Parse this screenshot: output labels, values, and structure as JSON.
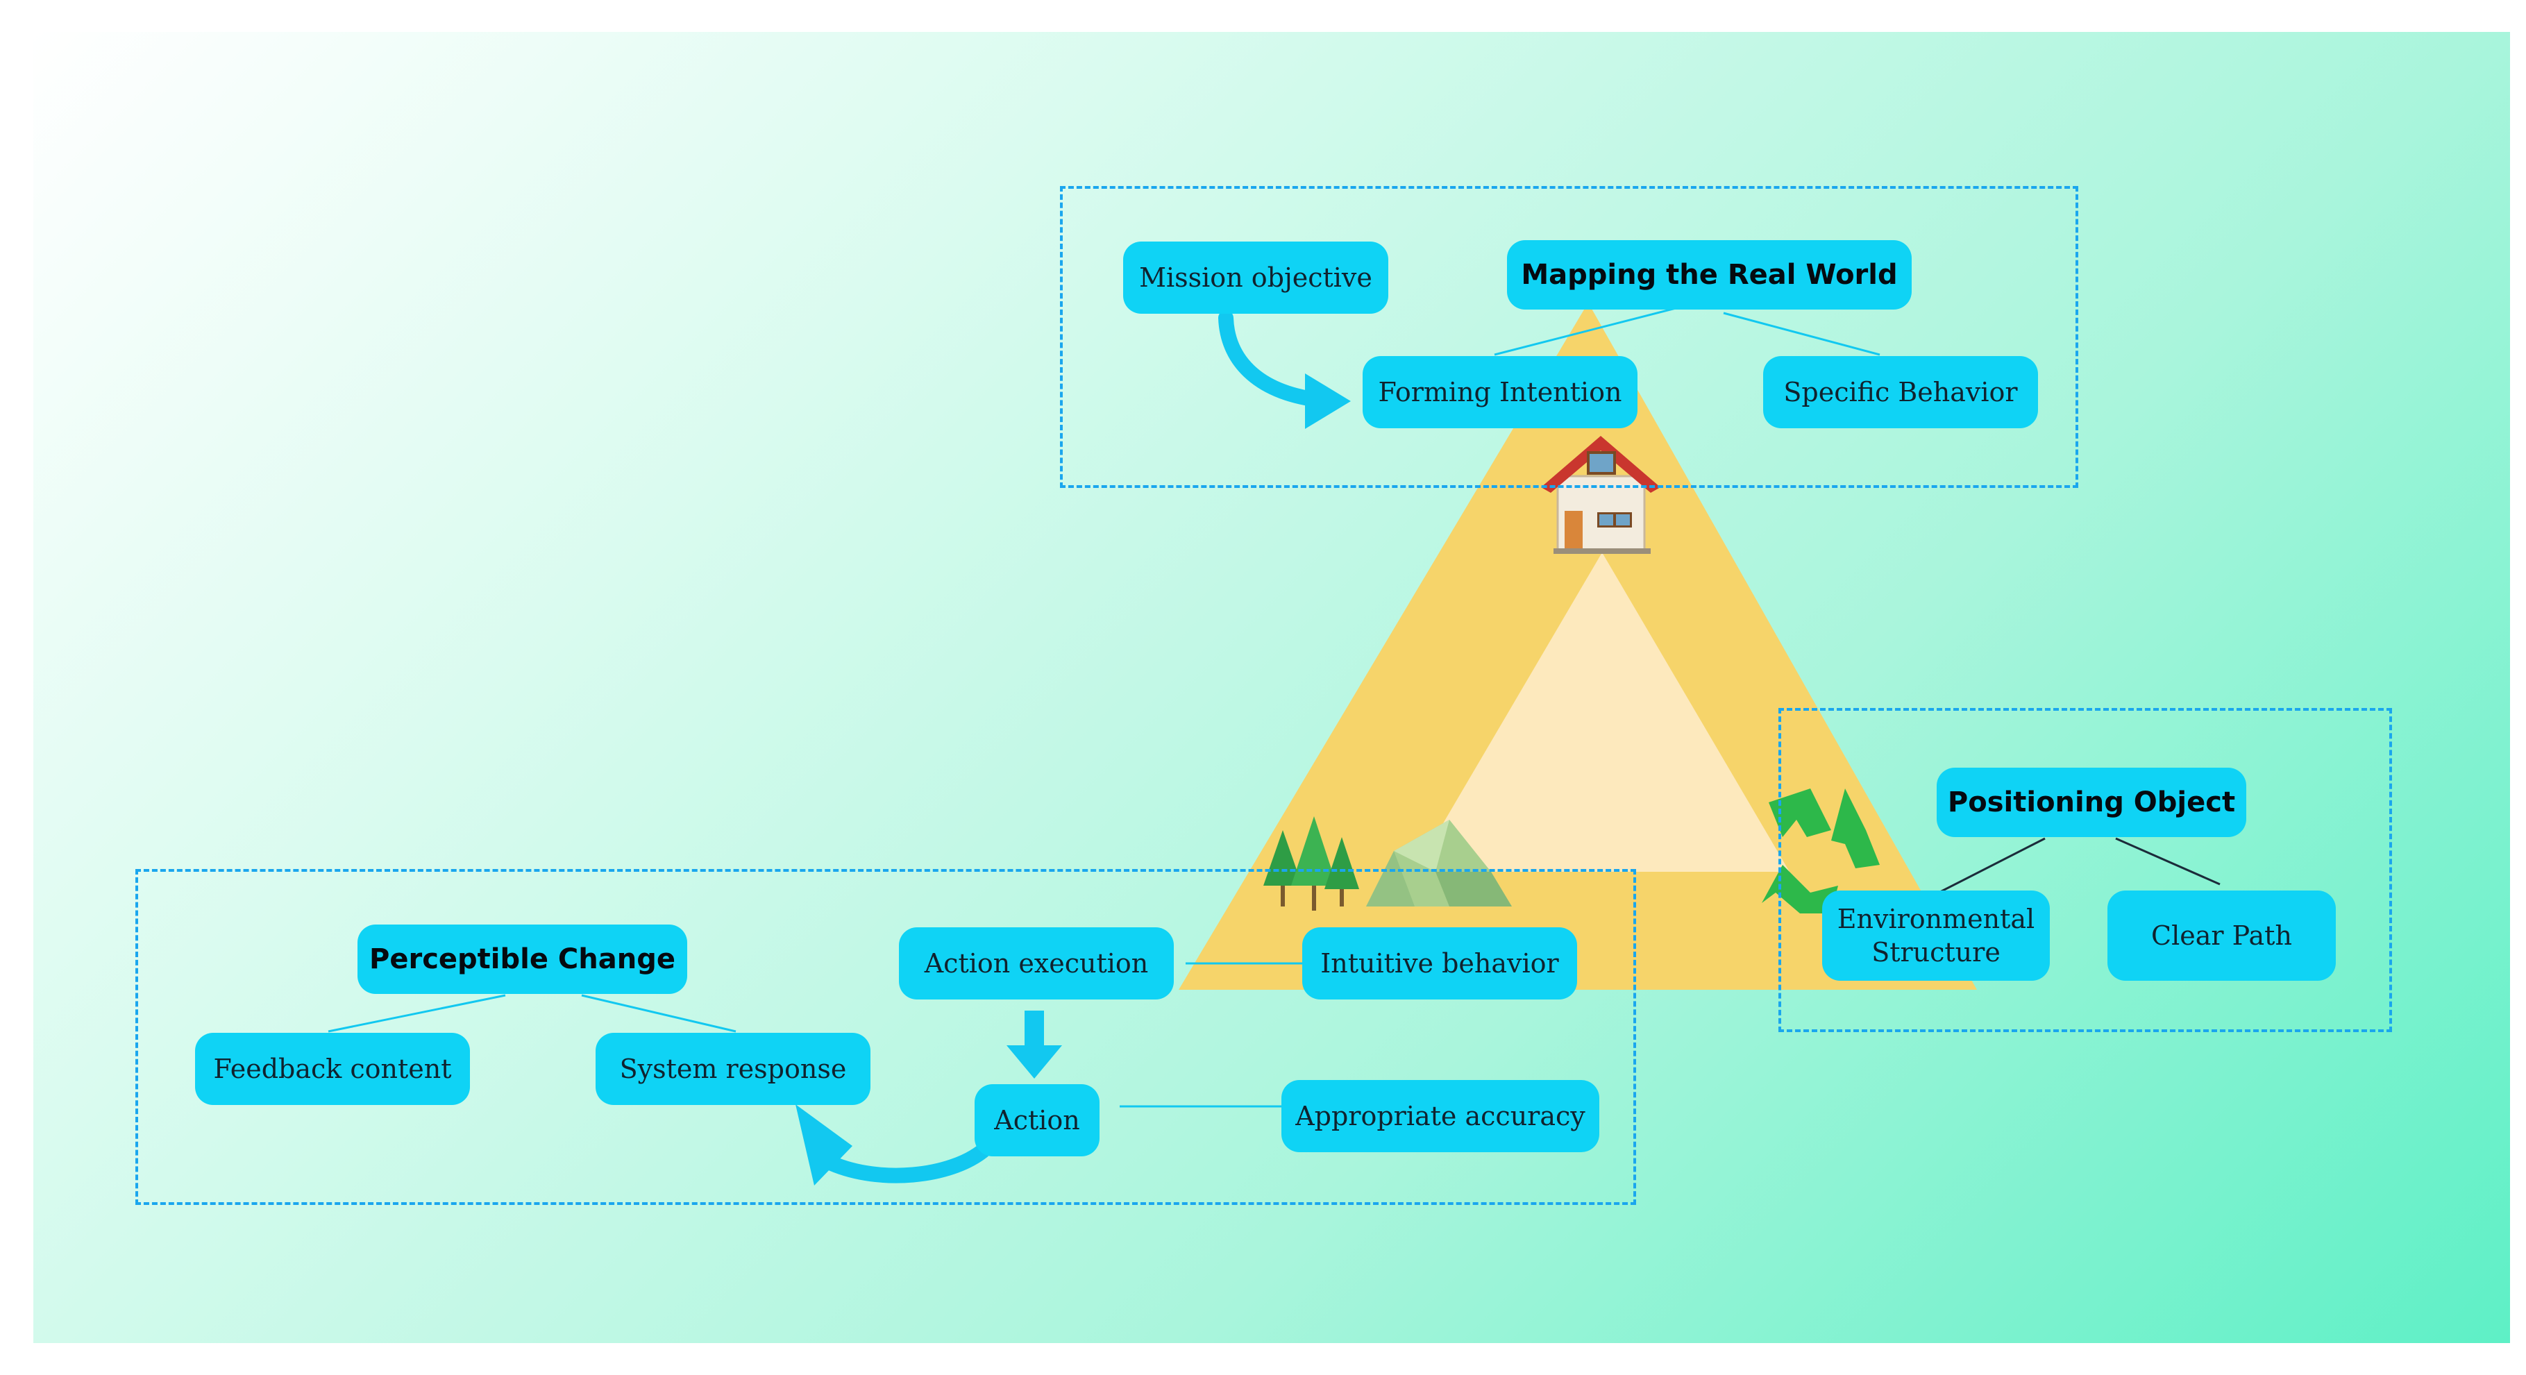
{
  "colors": {
    "node_fill": "#0fd3f5",
    "group_border": "#1aa6ee",
    "triangle_outer": "#f6d46a",
    "triangle_inner": "#fde9bd",
    "arrow": "#12c8f0"
  },
  "icons": [
    "house-icon",
    "trees-icon",
    "rock-icon",
    "recycle-icon"
  ],
  "groups": {
    "top": {
      "title": "Mapping the Real World",
      "mission": "Mission objective",
      "forming": "Forming Intention",
      "specific": "Specific Behavior"
    },
    "right": {
      "title": "Positioning Object",
      "environmental": "Environmental Structure",
      "clear_path": "Clear Path"
    },
    "bottom": {
      "title": "Perceptible Change",
      "feedback": "Feedback content",
      "system_response": "System response",
      "action_execution": "Action execution",
      "intuitive": "Intuitive behavior",
      "action": "Action",
      "accuracy": "Appropriate accuracy"
    }
  }
}
